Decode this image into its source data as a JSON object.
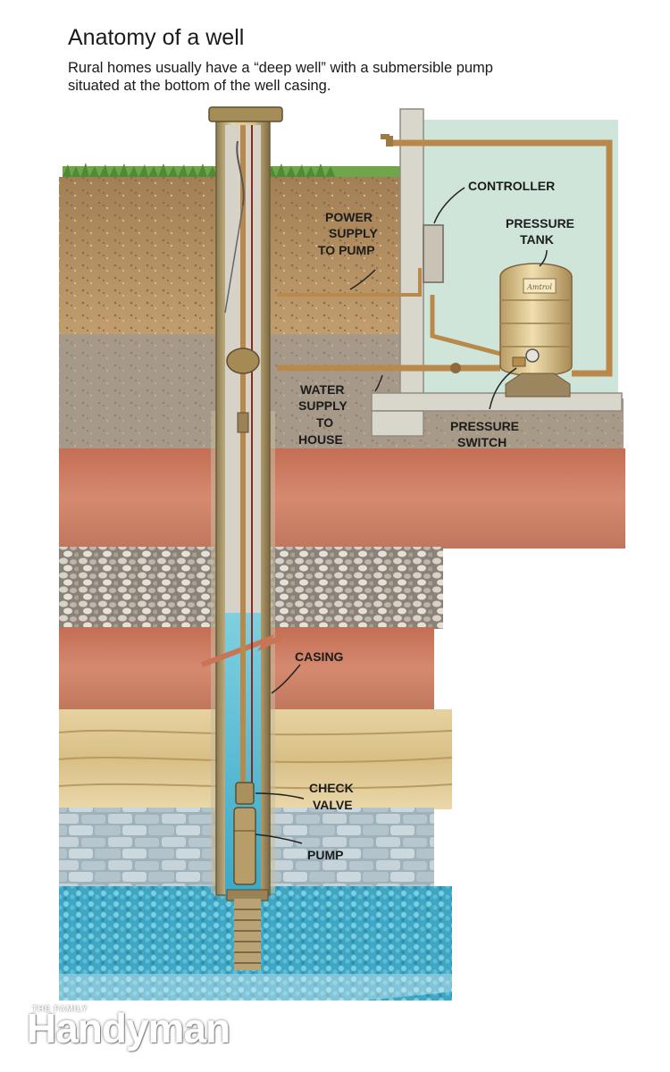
{
  "header": {
    "title": "Anatomy of a well",
    "subtitle": "Rural homes usually have a “deep well” with a submersible pump situated at the bottom of the well casing."
  },
  "labels": {
    "controller": "CONTROLLER",
    "pressure_tank_1": "PRESSURE",
    "pressure_tank_2": "TANK",
    "power_1": "POWER",
    "power_2": "SUPPLY",
    "power_3": "TO PUMP",
    "water_1": "WATER",
    "water_2": "SUPPLY",
    "water_3": "TO",
    "water_4": "HOUSE",
    "switch_1": "PRESSURE",
    "switch_2": "SWITCH",
    "casing": "CASING",
    "check_1": "CHECK",
    "check_2": "VALVE",
    "pump": "PUMP",
    "tank_tag": "Amtrol"
  },
  "brand": {
    "small": "THE FAMILY",
    "name": "Handyman"
  },
  "colors": {
    "topsoil": "#b08a5c",
    "clay": "#c9785e",
    "gravel": "#9a9086",
    "water": "#5bbfd6",
    "casing": "#c9b27a",
    "pipe": "#b8894a",
    "basement": "#cfe6dc"
  }
}
